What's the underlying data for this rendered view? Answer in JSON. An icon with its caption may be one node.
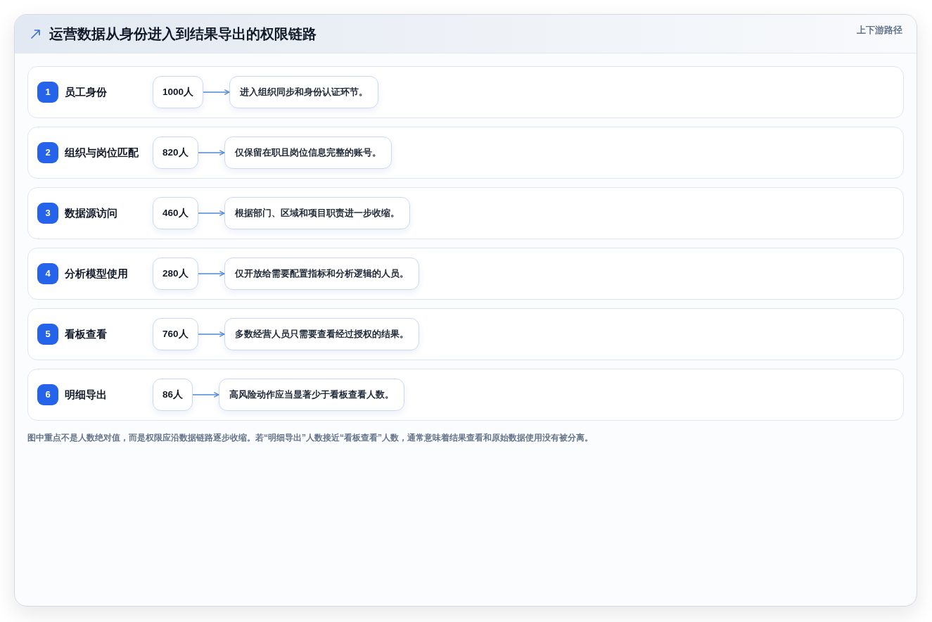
{
  "diagram": {
    "title": "运营数据从身份进入到结果导出的权限链路",
    "caption": "图中重点不是人数绝对值，而是权限应沿数据链路逐步收缩。若“明细导出”人数接近“看板查看”人数，通常意味着结果查看和原始数据使用没有被分离。",
    "nodes": [
      {
        "text": [
          "员工身份"
        ]
      },
      {
        "text": [
          "1"
        ],
        "in": 0
      },
      {
        "text": [
          "1000人"
        ],
        "in": 0
      },
      {
        "text": [
          "进入组织同步和身份认证环节。"
        ],
        "in": 0
      },
      {
        "text": [
          "组织与岗位匹配"
        ]
      },
      {
        "text": [
          "2"
        ],
        "in": 4
      },
      {
        "text": [
          "820人"
        ],
        "in": 4
      },
      {
        "text": [
          "仅保留在职且岗位信息完整的账号。"
        ],
        "in": 4
      },
      {
        "text": [
          "数据源访问"
        ]
      },
      {
        "text": [
          "3"
        ],
        "in": 8
      },
      {
        "text": [
          "460人"
        ],
        "in": 8
      },
      {
        "text": [
          "根据部门、区域和项目职责进一步收缩。"
        ],
        "in": 8
      },
      {
        "text": [
          "分析模型使用"
        ]
      },
      {
        "text": [
          "4"
        ],
        "in": 12
      },
      {
        "text": [
          "280人"
        ],
        "in": 12
      },
      {
        "text": [
          "仅开放给需要配置指标和分析逻辑的人员。"
        ],
        "in": 12
      },
      {
        "text": [
          "看板查看"
        ]
      },
      {
        "text": [
          "5"
        ],
        "in": 16
      },
      {
        "text": [
          "760人"
        ],
        "in": 16
      },
      {
        "text": [
          "多数经营人员只需要查看经过授权的结果。"
        ],
        "in": 16
      },
      {
        "text": [
          "明细导出"
        ]
      },
      {
        "text": [
          "6"
        ],
        "in": 20
      },
      {
        "text": [
          "86人"
        ],
        "in": 20
      },
      {
        "text": [
          "高风险动作应当显著少于看板查看人数。"
        ],
        "in": 20
      }
    ],
    "edges": [
      {
        "from": 2,
        "to": 3,
        "arrow": "to"
      },
      {
        "from": 6,
        "to": 7,
        "arrow": "to"
      },
      {
        "from": 10,
        "to": 11,
        "arrow": "to"
      },
      {
        "from": 14,
        "to": 15,
        "arrow": "to"
      },
      {
        "from": 18,
        "to": 19,
        "arrow": "to"
      },
      {
        "from": 22,
        "to": 23,
        "arrow": "to"
      }
    ],
    "labels": [
      "上下游路径"
    ]
  }
}
